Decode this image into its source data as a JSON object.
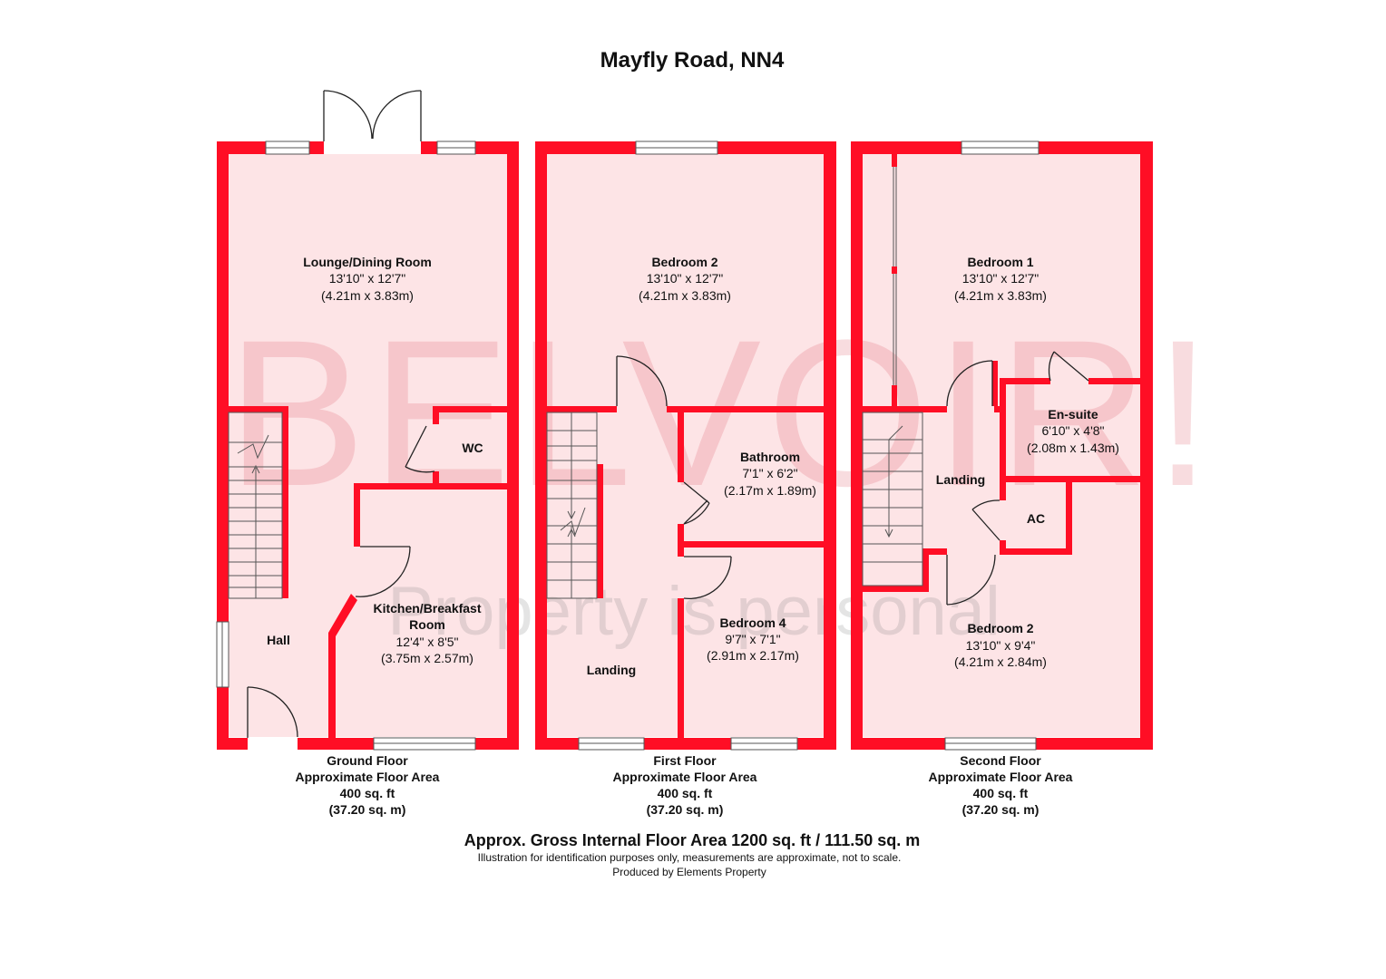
{
  "title": "Mayfly Road, NN4",
  "watermark": {
    "brand": "BELVOIR!",
    "tagline": "Property is personal"
  },
  "colors": {
    "wall": "#ff0e25",
    "room_fill": "#fde4e6",
    "window_frame": "#555555"
  },
  "floors": [
    {
      "name": "Ground Floor",
      "area_label": "Approximate Floor Area",
      "area_sqft": "400 sq. ft",
      "area_sqm": "(37.20 sq. m)",
      "rooms": [
        {
          "name": "Lounge/Dining Room",
          "dims_imperial": "13'10\" x 12'7\"",
          "dims_metric": "(4.21m x 3.83m)"
        },
        {
          "name": "WC"
        },
        {
          "name": "Kitchen/Breakfast",
          "name_line2": "Room",
          "dims_imperial": "12'4\" x 8'5\"",
          "dims_metric": "(3.75m x 2.57m)"
        },
        {
          "name": "Hall"
        }
      ]
    },
    {
      "name": "First Floor",
      "area_label": "Approximate Floor Area",
      "area_sqft": "400 sq. ft",
      "area_sqm": "(37.20 sq. m)",
      "rooms": [
        {
          "name": "Bedroom 2",
          "dims_imperial": "13'10\" x 12'7\"",
          "dims_metric": "(4.21m x 3.83m)"
        },
        {
          "name": "Bathroom",
          "dims_imperial": "7'1\" x 6'2\"",
          "dims_metric": "(2.17m x 1.89m)"
        },
        {
          "name": "Bedroom 4",
          "dims_imperial": "9'7\" x 7'1\"",
          "dims_metric": "(2.91m x 2.17m)"
        },
        {
          "name": "Landing"
        }
      ]
    },
    {
      "name": "Second Floor",
      "area_label": "Approximate Floor Area",
      "area_sqft": "400 sq. ft",
      "area_sqm": "(37.20 sq. m)",
      "rooms": [
        {
          "name": "Bedroom 1",
          "dims_imperial": "13'10\" x 12'7\"",
          "dims_metric": "(4.21m x 3.83m)"
        },
        {
          "name": "En-suite",
          "dims_imperial": "6'10\" x 4'8\"",
          "dims_metric": "(2.08m x 1.43m)"
        },
        {
          "name": "Landing"
        },
        {
          "name": "AC"
        },
        {
          "name": "Bedroom 2",
          "dims_imperial": "13'10\" x 9'4\"",
          "dims_metric": "(4.21m x 2.84m)"
        }
      ]
    }
  ],
  "gross_area": "Approx. Gross Internal Floor Area 1200 sq. ft / 111.50 sq. m",
  "disclaimer": "Illustration for identification purposes only, measurements are approximate, not to scale.",
  "producer": "Produced by Elements Property"
}
